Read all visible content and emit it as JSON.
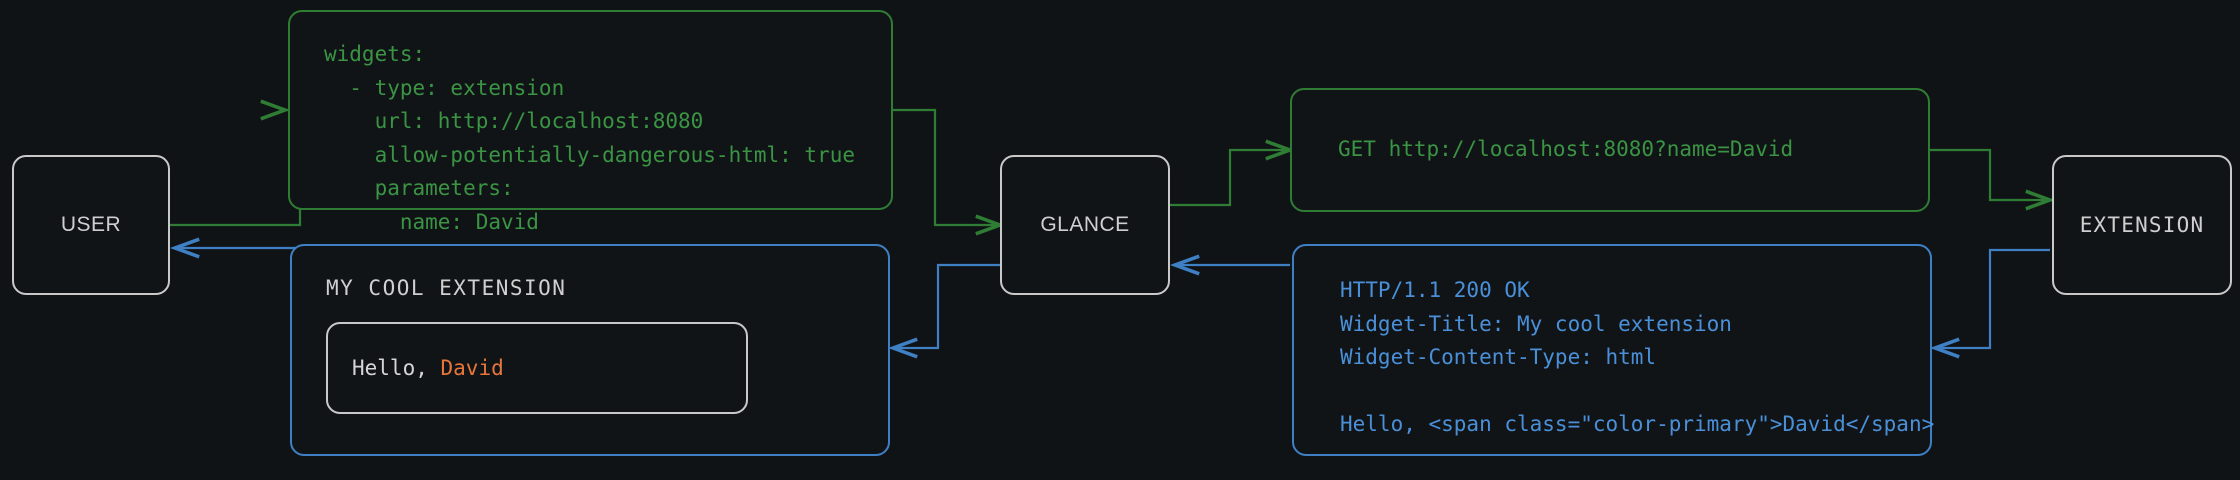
{
  "diagram": {
    "title": "glance extension widget request flow",
    "background": "#101316",
    "colors": {
      "green": "#2f7d35",
      "green_text": "#3a9443",
      "blue": "#3f7fc4",
      "blue_text": "#4a90d9",
      "gray": "#c9c9c9",
      "orange": "#e8763a"
    }
  },
  "nodes": {
    "user": {
      "label": "USER"
    },
    "glance": {
      "label": "GLANCE"
    },
    "extension": {
      "label": "EXTENSION"
    }
  },
  "config_box": {
    "code": "widgets:\n  - type: extension\n    url: http://localhost:8080\n    allow-potentially-dangerous-html: true\n    parameters:\n      name: David"
  },
  "request_box": {
    "code": "GET http://localhost:8080?name=David"
  },
  "response_box": {
    "code": "HTTP/1.1 200 OK\nWidget-Title: My cool extension\nWidget-Content-Type: html\n\nHello, <span class=\"color-primary\">David</span>"
  },
  "widget_box": {
    "title": "MY COOL EXTENSION",
    "greeting_prefix": "Hello, ",
    "greeting_name": "David"
  },
  "edges": [
    {
      "name": "user-to-config",
      "color": "green"
    },
    {
      "name": "config-to-glance",
      "color": "green"
    },
    {
      "name": "glance-to-request",
      "color": "green"
    },
    {
      "name": "request-to-extension",
      "color": "green"
    },
    {
      "name": "extension-to-response",
      "color": "blue"
    },
    {
      "name": "response-to-glance",
      "color": "blue"
    },
    {
      "name": "glance-to-widget",
      "color": "blue"
    },
    {
      "name": "widget-to-user",
      "color": "blue"
    }
  ]
}
